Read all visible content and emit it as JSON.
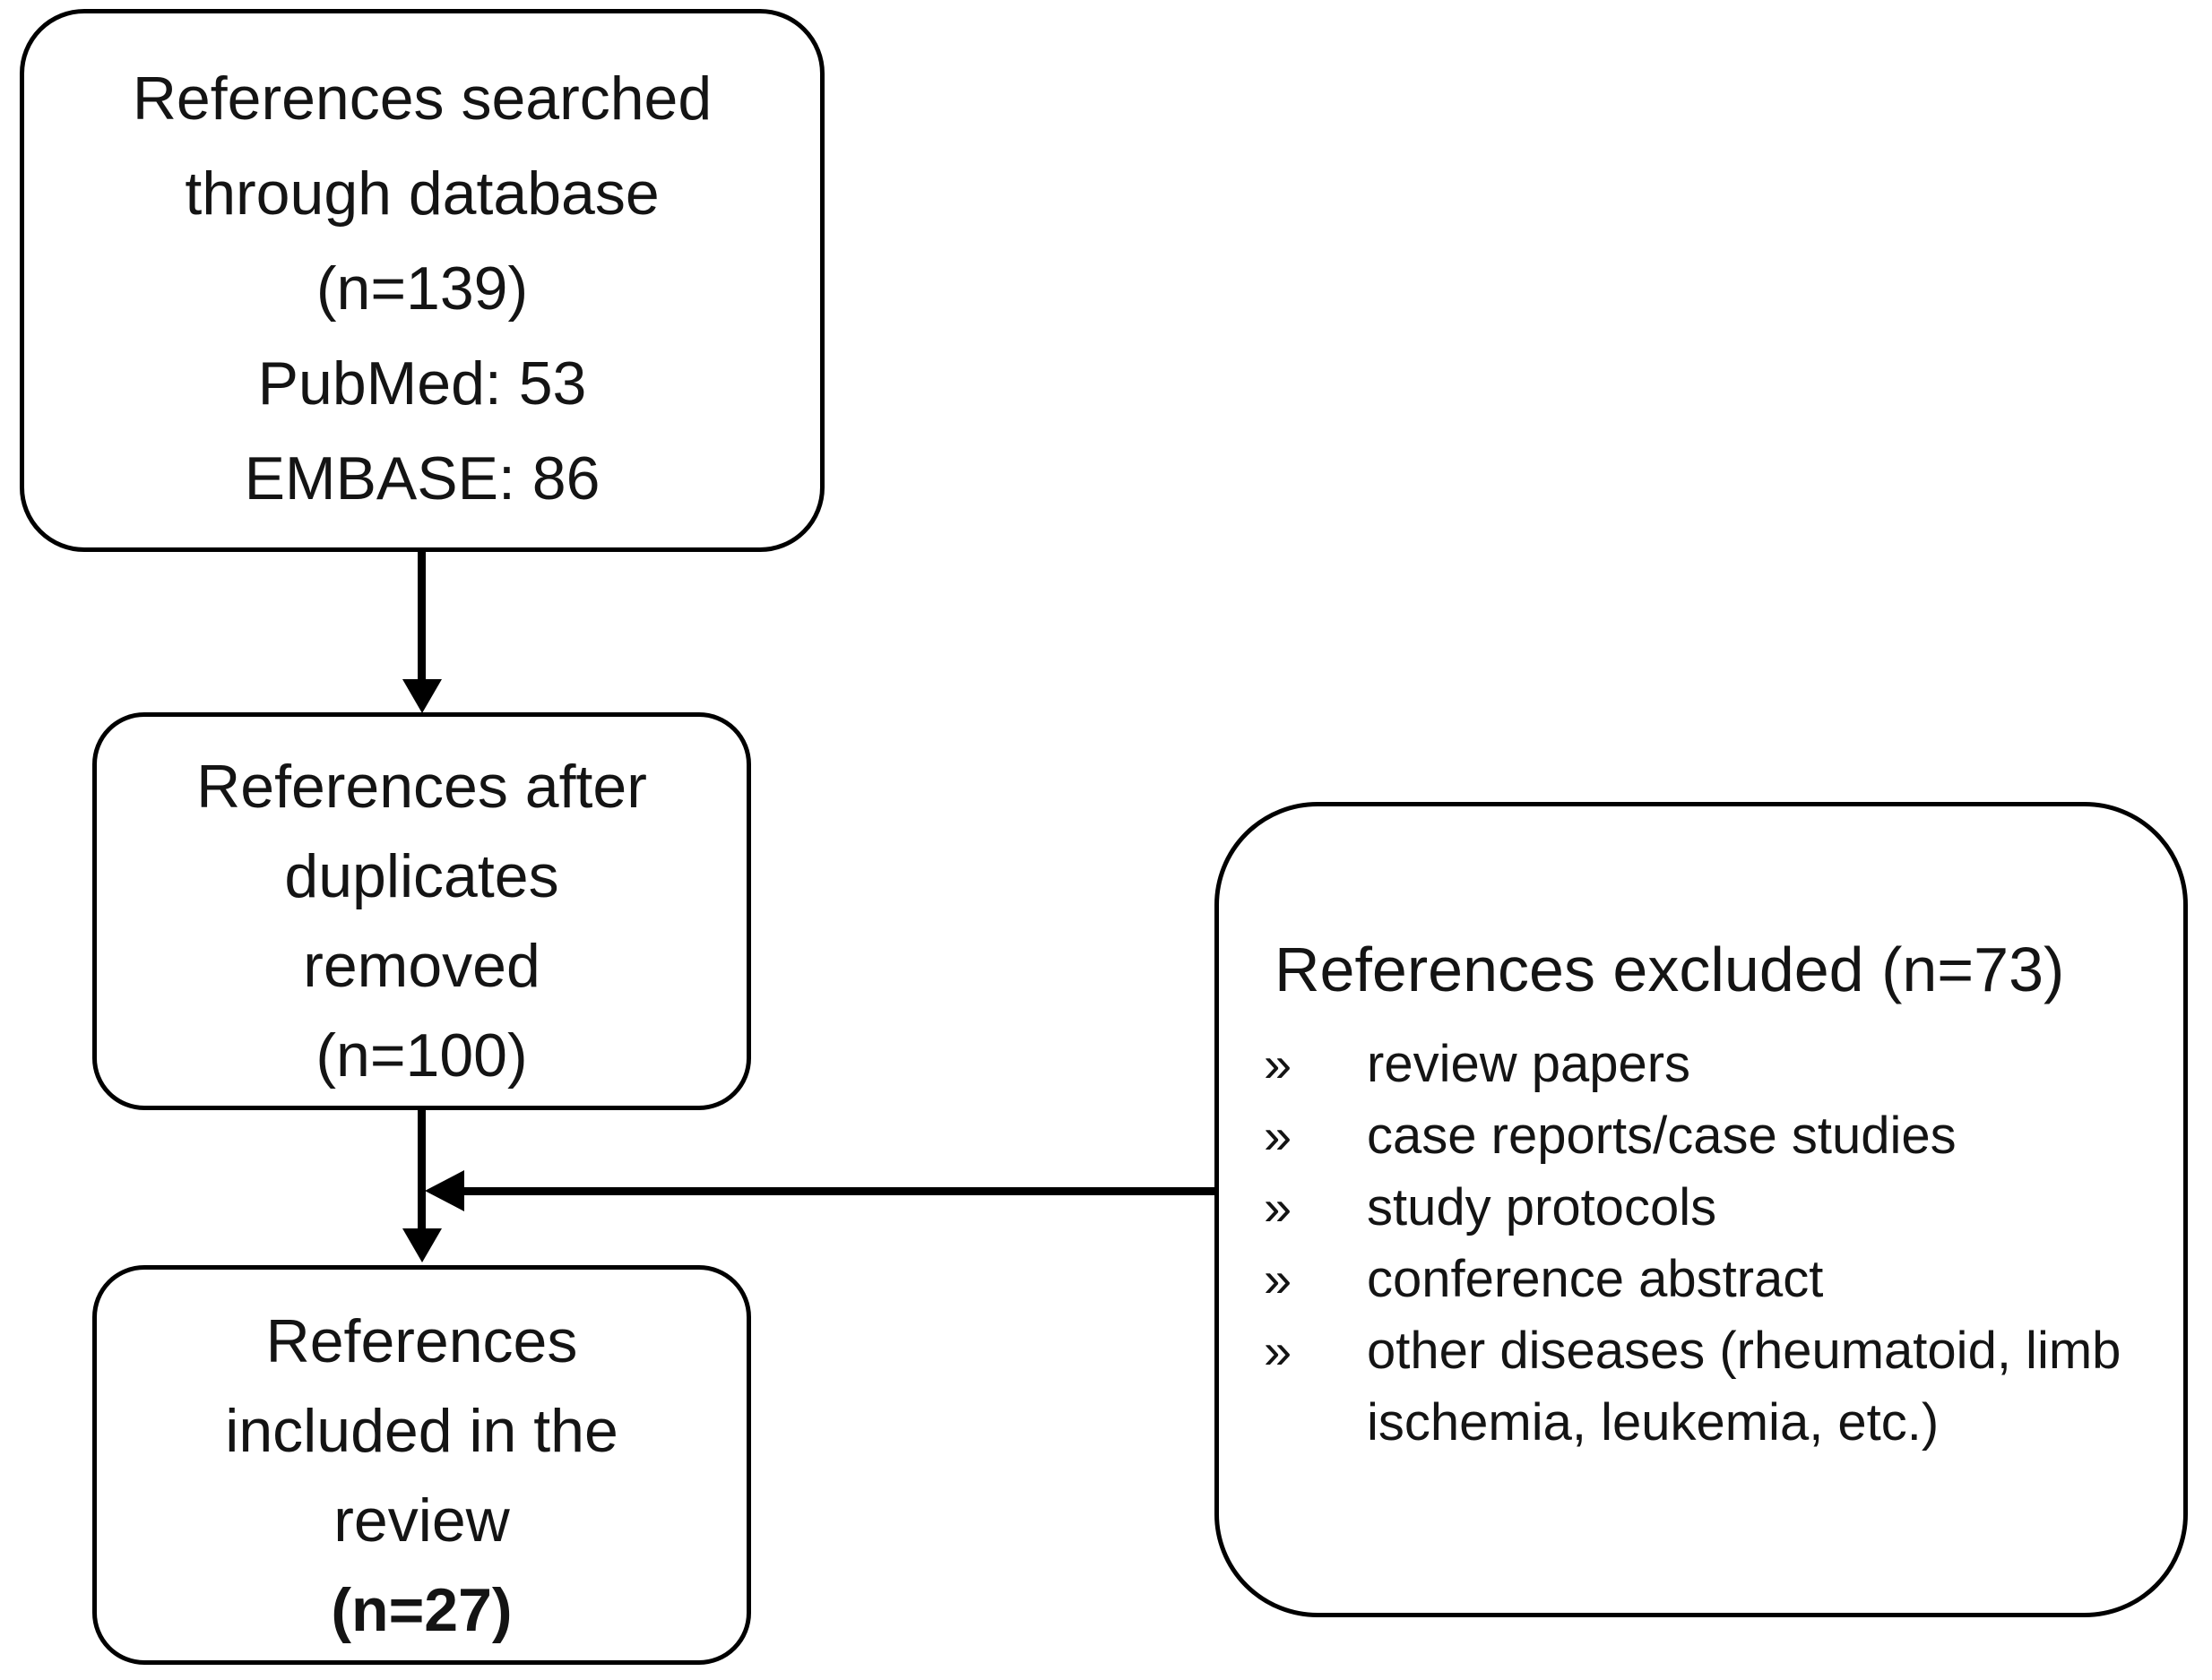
{
  "boxes": {
    "searched": {
      "lines": [
        "References searched",
        "through database",
        "(n=139)",
        "PubMed: 53",
        "EMBASE: 86"
      ]
    },
    "dedup": {
      "lines": [
        "References after",
        "duplicates",
        "removed",
        "(n=100)"
      ]
    },
    "included": {
      "lines": [
        "References",
        "included in the",
        "review",
        "(n=27)"
      ]
    },
    "excluded": {
      "title": "References excluded (n=73)",
      "bullet_marker": "»",
      "items": [
        "review papers",
        "case reports/case studies",
        "study protocols",
        "conference abstract",
        "other diseases (rheumatoid, limb ischemia, leukemia, etc.)"
      ]
    }
  },
  "colors": {
    "stroke": "#000000",
    "fill": "#ffffff",
    "text": "#141414"
  }
}
